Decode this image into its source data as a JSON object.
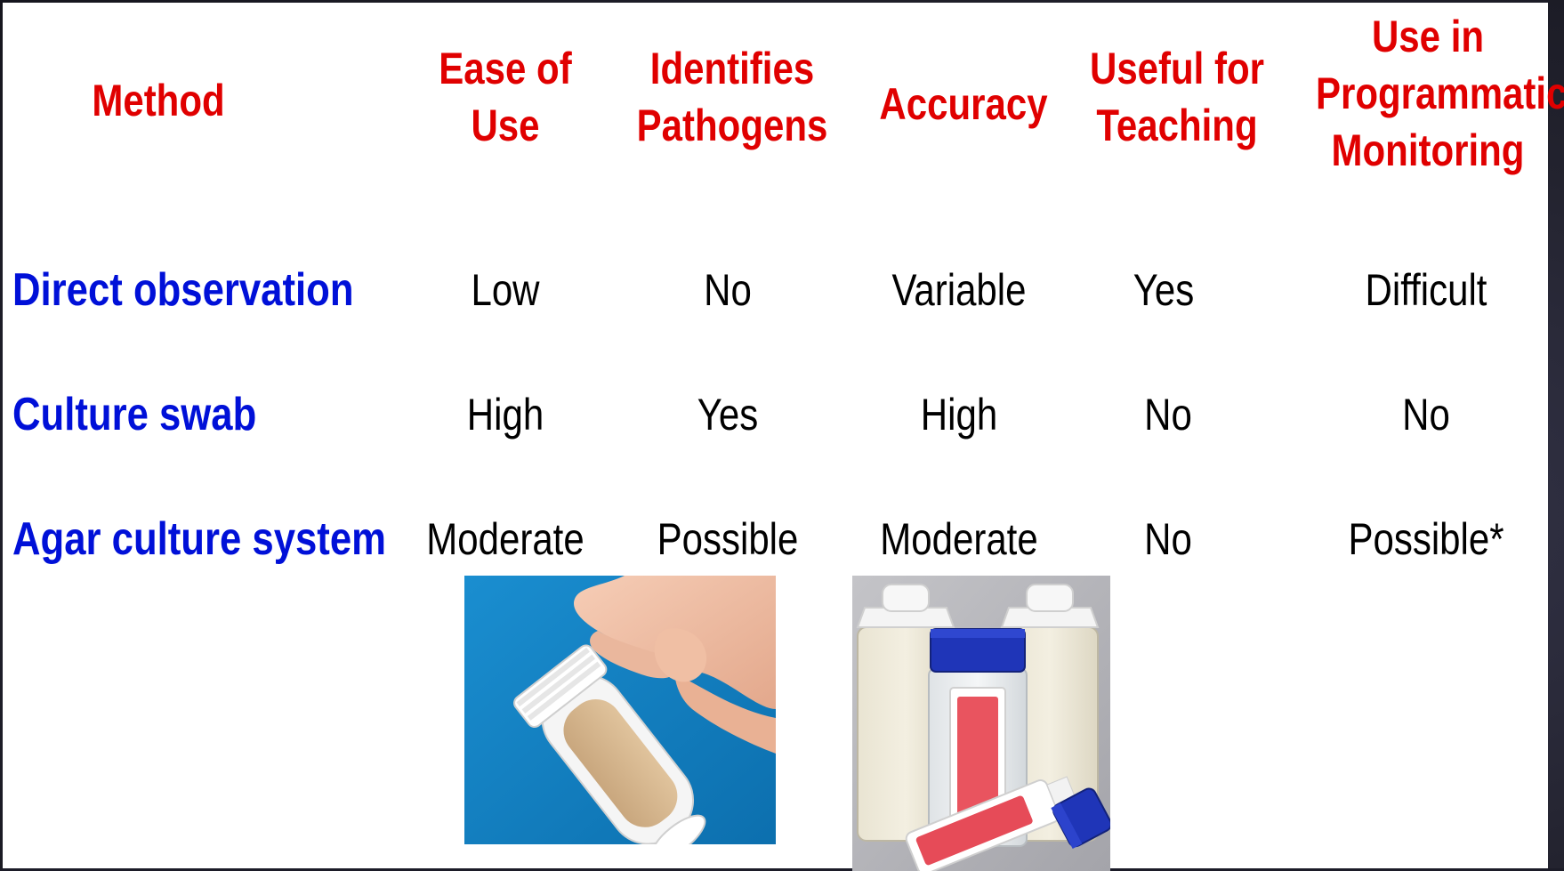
{
  "headers": {
    "method": "Method",
    "ease_of_use": "Ease of Use",
    "identifies_pathogens": "Identifies Pathogens",
    "accuracy": "Accuracy",
    "useful_for_teaching": "Useful for Teaching",
    "programmatic_monitoring": "Use in Programmatic Monitoring"
  },
  "rows": [
    {
      "method": "Direct observation",
      "ease_of_use": "Low",
      "identifies_pathogens": "No",
      "accuracy": "Variable",
      "useful_for_teaching": "Yes",
      "programmatic_monitoring": "Difficult"
    },
    {
      "method": "Culture swab",
      "ease_of_use": "High",
      "identifies_pathogens": "Yes",
      "accuracy": "High",
      "useful_for_teaching": "No",
      "programmatic_monitoring": "No"
    },
    {
      "method": "Agar culture system",
      "ease_of_use": "Moderate",
      "identifies_pathogens": "Possible",
      "accuracy": "Moderate",
      "useful_for_teaching": "No",
      "programmatic_monitoring": "Possible*"
    }
  ],
  "colors": {
    "header_red": "#e00000",
    "row_label_blue": "#0010d8",
    "cell_text": "#000000",
    "photo_blue_bg": "#1383c4",
    "photo_grey_bg": "#b8b8bc"
  },
  "images": {
    "left": "hand-holding-contact-slide-photo",
    "right": "agar-dipslide-containers-photo"
  }
}
